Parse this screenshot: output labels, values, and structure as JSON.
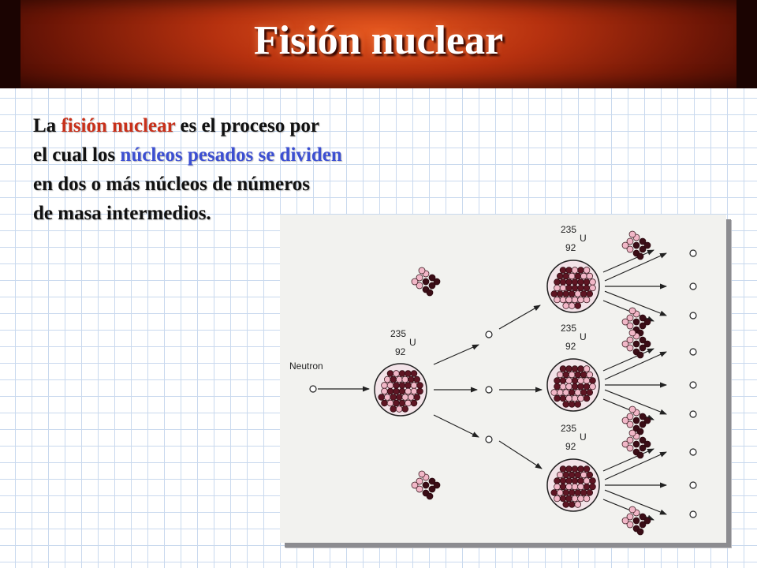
{
  "slide": {
    "title": "Fisión nuclear",
    "body": {
      "seg1": "La ",
      "seg2": "fisión nuclear",
      "seg3": " es el proceso por",
      "seg4": "el cual los ",
      "seg5": "núcleos pesados se dividen",
      "seg6": "en dos o más núcleos de números",
      "seg7": "de masa intermedios."
    },
    "highlight_colors": {
      "red": "#c8301a",
      "blue": "#3c4fd2"
    }
  },
  "diagram": {
    "neutron_label": "Neutron",
    "isotope": {
      "mass_number": "235",
      "symbol": "U",
      "atomic_number": "92"
    }
  }
}
